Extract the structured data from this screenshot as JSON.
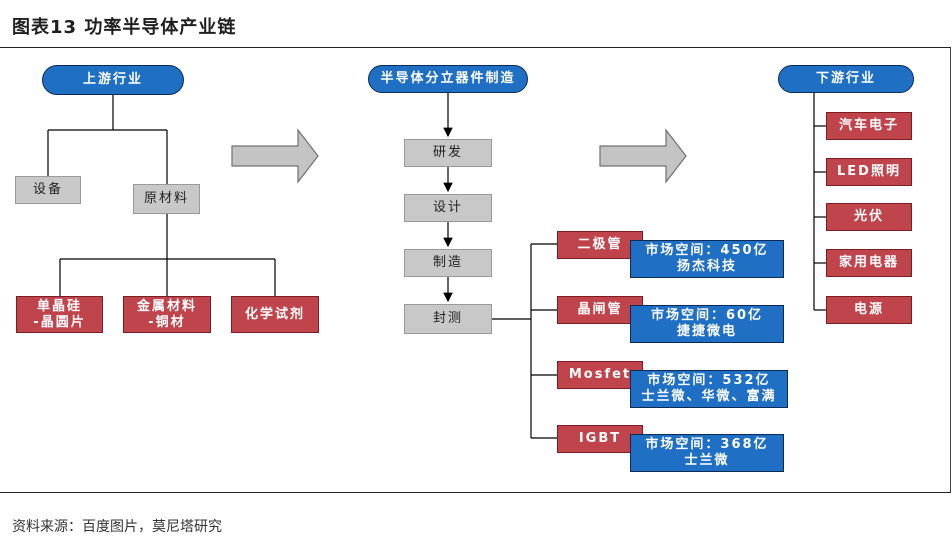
{
  "header": {
    "title": "图表13 功率半导体产业链"
  },
  "footer": {
    "source": "资料来源：百度图片，莫尼塔研究"
  },
  "upstream": {
    "title": "上游行业",
    "equipment": "设备",
    "raw_materials": "原材料",
    "materials": [
      "单晶硅\n-晶圆片",
      "金属材料\n-铜材",
      "化学试剂"
    ]
  },
  "midstream": {
    "title": "半导体分立器件制造",
    "steps": [
      "研发",
      "设计",
      "制造",
      "封测"
    ],
    "devices": [
      {
        "name": "二极管",
        "market_line1": "市场空间：450亿",
        "market_line2": "扬杰科技"
      },
      {
        "name": "晶闸管",
        "market_line1": "市场空间：60亿",
        "market_line2": "捷捷微电"
      },
      {
        "name": "Mosfet",
        "market_line1": "市场空间：532亿",
        "market_line2": "士兰微、华微、富满"
      },
      {
        "name": "IGBT",
        "market_line1": "市场空间：368亿",
        "market_line2": "士兰微"
      }
    ]
  },
  "downstream": {
    "title": "下游行业",
    "items": [
      "汽车电子",
      "LED照明",
      "光伏",
      "家用电器",
      "电源"
    ]
  },
  "colors": {
    "pill_blue": "#1f6fc5",
    "box_red": "#c0444c",
    "box_gray": "#c8c8c8"
  }
}
